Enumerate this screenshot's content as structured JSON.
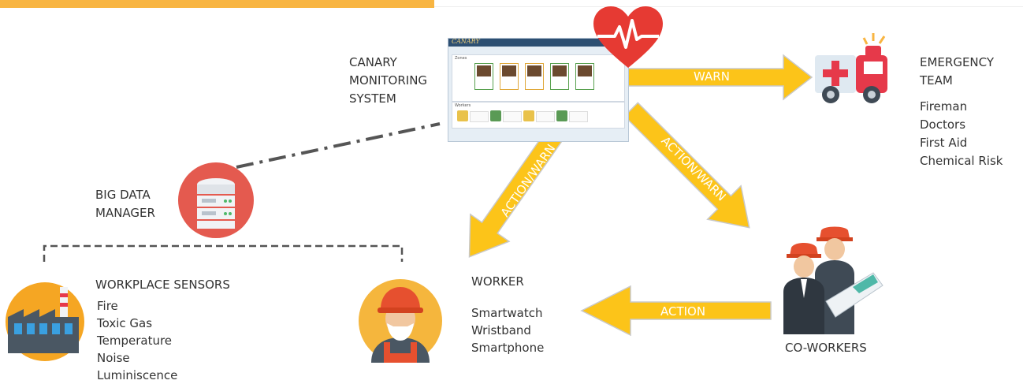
{
  "monitoring": {
    "label_lines": [
      "CANARY",
      "MONITORING",
      "SYSTEM"
    ],
    "app_name": "CANARY",
    "section_zones": "Zones",
    "section_workers": "Workers"
  },
  "emergency": {
    "title_lines": [
      "EMERGENCY",
      "TEAM"
    ],
    "members": [
      "Fireman",
      "Doctors",
      "First Aid",
      "Chemical Risk"
    ]
  },
  "big_data": {
    "label_lines": [
      "BIG DATA",
      "MANAGER"
    ]
  },
  "sensors": {
    "title": "WORKPLACE SENSORS",
    "items": [
      "Fire",
      "Toxic Gas",
      "Temperature",
      "Noise",
      "Luminiscence"
    ]
  },
  "worker": {
    "title": "WORKER",
    "devices": [
      "Smartwatch",
      "Wristband",
      "Smartphone"
    ]
  },
  "coworkers": {
    "title": "CO-WORKERS"
  },
  "arrows": {
    "warn": "WARN",
    "action_warn_left": "ACTION/WARN",
    "action_warn_right": "ACTION/WARN",
    "action": "ACTION"
  },
  "colors": {
    "arrow": "#fcc419",
    "arrow_outline": "#c9c9c9",
    "heart": "#e63a33",
    "server": "#e45a4f",
    "factory": "#f5a623",
    "accent_bar": "#f8b542"
  }
}
